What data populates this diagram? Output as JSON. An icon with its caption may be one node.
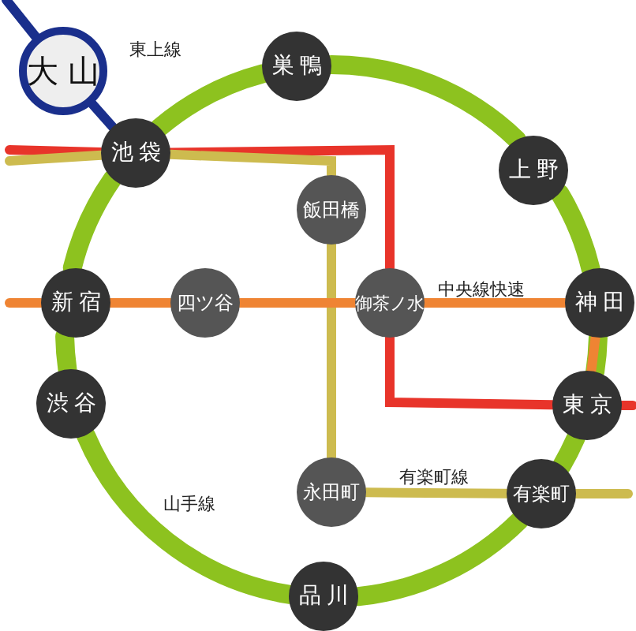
{
  "diagram": {
    "nodes": [
      {
        "text": [
          "大山"
        ]
      },
      {
        "text": [
          "巣鴨"
        ]
      },
      {
        "text": [
          "池袋"
        ]
      },
      {
        "text": [
          "上野"
        ]
      },
      {
        "text": [
          "飯田橋"
        ]
      },
      {
        "text": [
          "新宿"
        ]
      },
      {
        "text": [
          "四ツ谷"
        ]
      },
      {
        "text": [
          "御茶ノ水"
        ]
      },
      {
        "text": [
          "神田"
        ]
      },
      {
        "text": [
          "渋谷"
        ]
      },
      {
        "text": [
          "東京"
        ]
      },
      {
        "text": [
          "永田町"
        ]
      },
      {
        "text": [
          "有楽町"
        ]
      },
      {
        "text": [
          "品川"
        ]
      }
    ],
    "edges": [
      {
        "from": null,
        "to": 0,
        "arrow": "none",
        "color": "#1a2f8c"
      },
      {
        "from": 0,
        "to": 2,
        "arrow": "none",
        "color": "#1a2f8c"
      },
      {
        "from": 2,
        "to": 1,
        "arrow": "none",
        "style": "thick"
      },
      {
        "from": 1,
        "to": 3,
        "arrow": "none",
        "style": "thick"
      },
      {
        "from": 3,
        "to": 8,
        "arrow": "none",
        "style": "thick"
      },
      {
        "from": 8,
        "to": 10,
        "arrow": "none",
        "style": "thick"
      },
      {
        "from": 10,
        "to": 12,
        "arrow": "none",
        "style": "thick"
      },
      {
        "from": 12,
        "to": 13,
        "arrow": "none",
        "style": "thick"
      },
      {
        "from": 13,
        "to": 9,
        "arrow": "none",
        "style": "thick"
      },
      {
        "from": 9,
        "to": 5,
        "arrow": "none",
        "style": "thick"
      },
      {
        "from": 5,
        "to": 2,
        "arrow": "none",
        "style": "thick"
      },
      {
        "from": null,
        "to": 2,
        "arrow": "none",
        "color": "#e8342a"
      },
      {
        "from": 2,
        "to": 7,
        "arrow": "none",
        "color": "#e8342a"
      },
      {
        "from": 7,
        "to": 10,
        "arrow": "none",
        "color": "#e8342a"
      },
      {
        "from": 10,
        "to": null,
        "arrow": "none",
        "color": "#e8342a"
      },
      {
        "from": null,
        "to": 2,
        "arrow": "none",
        "color": "#cdbb4f"
      },
      {
        "from": 2,
        "to": 4,
        "arrow": "none",
        "color": "#cdbb4f"
      },
      {
        "from": 4,
        "to": 11,
        "arrow": "none",
        "color": "#cdbb4f"
      },
      {
        "from": 11,
        "to": 12,
        "arrow": "none",
        "color": "#cdbb4f"
      },
      {
        "from": 12,
        "to": null,
        "arrow": "none",
        "color": "#cdbb4f"
      },
      {
        "from": null,
        "to": 5,
        "arrow": "none",
        "color": "#ef8433"
      },
      {
        "from": 5,
        "to": 6,
        "arrow": "none",
        "color": "#ef8433"
      },
      {
        "from": 6,
        "to": 7,
        "arrow": "none",
        "color": "#ef8433"
      },
      {
        "from": 7,
        "to": 8,
        "arrow": "none",
        "color": "#ef8433"
      },
      {
        "from": 8,
        "to": 10,
        "arrow": "none",
        "color": "#ef8433"
      }
    ],
    "labels": [
      "東上線",
      "中央線快速",
      "有楽町線",
      "山手線"
    ]
  }
}
